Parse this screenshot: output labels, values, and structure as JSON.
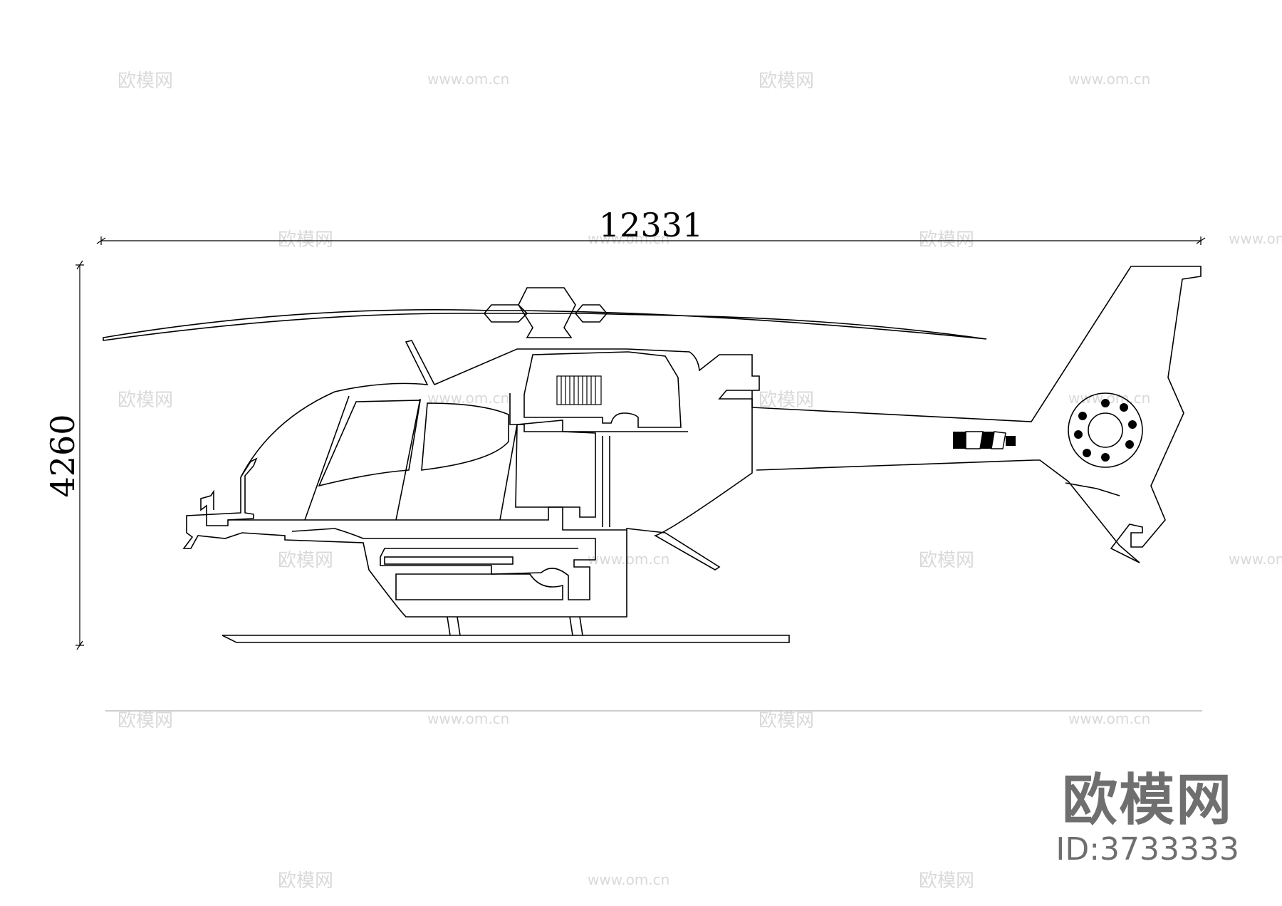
{
  "drawing": {
    "width_dimension": "12331",
    "height_dimension": "4260"
  },
  "watermarks": {
    "tile_text": "欧模网",
    "url_text": "www.om.cn"
  },
  "brand": {
    "name": "欧模网",
    "id": "ID:3733333"
  }
}
